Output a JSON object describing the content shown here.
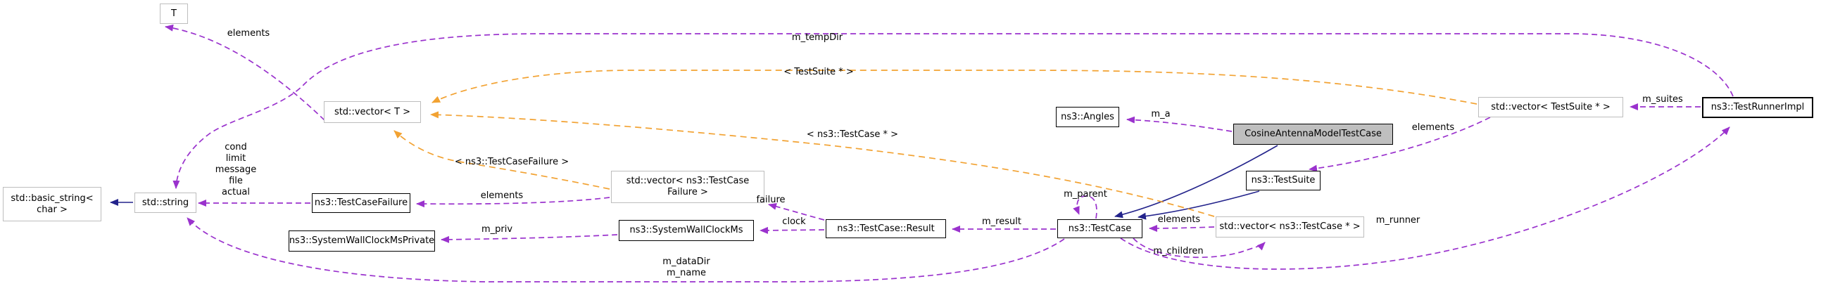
{
  "diagram": {
    "title": "CosineAntennaModelTestCase collaboration graph",
    "colors": {
      "background": "#ffffff",
      "inheritance_edge": "#23238b",
      "usage_edge": "#9a32cd",
      "template_edge": "#f2a232",
      "focus_node_fill": "#bfbfbf",
      "class_node_border": "#000000",
      "external_node_border": "#bdbdbd"
    },
    "nodes": [
      {
        "id": "t",
        "label": "T",
        "kind": "external"
      },
      {
        "id": "std-vector-t",
        "label": "std::vector< T >",
        "kind": "external"
      },
      {
        "id": "std-basic-string",
        "label": "std::basic_string<\nchar >",
        "kind": "external"
      },
      {
        "id": "std-string",
        "label": "std::string",
        "kind": "external"
      },
      {
        "id": "ns3-testcasefailure",
        "label": "ns3::TestCaseFailure",
        "kind": "class"
      },
      {
        "id": "std-vector-testcasefailure",
        "label": "std::vector< ns3::TestCase\nFailure >",
        "kind": "external"
      },
      {
        "id": "ns3-systemwallclockmsprivate",
        "label": "ns3::SystemWallClockMsPrivate",
        "kind": "class"
      },
      {
        "id": "ns3-systemwallclockms",
        "label": "ns3::SystemWallClockMs",
        "kind": "class"
      },
      {
        "id": "ns3-testcase-result",
        "label": "ns3::TestCase::Result",
        "kind": "class"
      },
      {
        "id": "ns3-testcase",
        "label": "ns3::TestCase",
        "kind": "class"
      },
      {
        "id": "ns3-angles",
        "label": "ns3::Angles",
        "kind": "class"
      },
      {
        "id": "cosineantennamodeltestcase",
        "label": "CosineAntennaModelTestCase",
        "kind": "focus"
      },
      {
        "id": "ns3-testsuite",
        "label": "ns3::TestSuite",
        "kind": "class"
      },
      {
        "id": "std-vector-ns3-testcase-ptr",
        "label": "std::vector< ns3::TestCase * >",
        "kind": "external"
      },
      {
        "id": "std-vector-testsuite-ptr",
        "label": "std::vector< TestSuite * >",
        "kind": "external"
      },
      {
        "id": "ns3-testrunnerimpl",
        "label": "ns3::TestRunnerImpl",
        "kind": "class_thick"
      }
    ],
    "edges": [
      {
        "from": "std-vector-t",
        "to": "t",
        "label": "elements",
        "style": "usage"
      },
      {
        "from": "ns3-testrunnerimpl",
        "to": "std-string",
        "label": "m_tempDir",
        "style": "usage"
      },
      {
        "from": "ns3-testcasefailure",
        "to": "std-string",
        "label": "cond\nlimit\nmessage\nfile\nactual",
        "style": "usage"
      },
      {
        "from": "std-vector-testcasefailure",
        "to": "ns3-testcasefailure",
        "label": "elements",
        "style": "usage"
      },
      {
        "from": "ns3-testcase-result",
        "to": "std-vector-testcasefailure",
        "label": "failure",
        "style": "usage"
      },
      {
        "from": "ns3-testcase-result",
        "to": "ns3-systemwallclockms",
        "label": "clock",
        "style": "usage"
      },
      {
        "from": "ns3-systemwallclockms",
        "to": "ns3-systemwallclockmsprivate",
        "label": "m_priv",
        "style": "usage"
      },
      {
        "from": "ns3-testcase",
        "to": "ns3-testcase-result",
        "label": "m_result",
        "style": "usage"
      },
      {
        "from": "ns3-testcase",
        "to": "ns3-testcase",
        "label": "m_parent",
        "style": "usage"
      },
      {
        "from": "cosineantennamodeltestcase",
        "to": "ns3-angles",
        "label": "m_a",
        "style": "usage"
      },
      {
        "from": "std-vector-ns3-testcase-ptr",
        "to": "ns3-testcase",
        "label": "elements",
        "style": "usage"
      },
      {
        "from": "ns3-testcase",
        "to": "std-vector-ns3-testcase-ptr",
        "label": "m_children",
        "style": "usage"
      },
      {
        "from": "ns3-testcase",
        "to": "ns3-testrunnerimpl",
        "label": "m_runner",
        "style": "usage"
      },
      {
        "from": "ns3-testrunnerimpl",
        "to": "std-vector-testsuite-ptr",
        "label": "m_suites",
        "style": "usage"
      },
      {
        "from": "std-vector-testsuite-ptr",
        "to": "ns3-testsuite",
        "label": "elements",
        "style": "usage"
      },
      {
        "from": "ns3-testcase",
        "to": "std-string",
        "label": "m_dataDir\nm_name",
        "style": "usage"
      },
      {
        "from": "std-string",
        "to": "std-basic-string",
        "label": "",
        "style": "inheritance"
      },
      {
        "from": "cosineantennamodeltestcase",
        "to": "ns3-testcase",
        "label": "",
        "style": "inheritance"
      },
      {
        "from": "ns3-testsuite",
        "to": "ns3-testcase",
        "label": "",
        "style": "inheritance"
      },
      {
        "from": "std-vector-testsuite-ptr",
        "to": "std-vector-t",
        "label": "< TestSuite * >",
        "style": "template"
      },
      {
        "from": "std-vector-ns3-testcase-ptr",
        "to": "std-vector-t",
        "label": "< ns3::TestCase * >",
        "style": "template"
      },
      {
        "from": "std-vector-testcasefailure",
        "to": "std-vector-t",
        "label": "< ns3::TestCaseFailure >",
        "style": "template"
      }
    ]
  }
}
